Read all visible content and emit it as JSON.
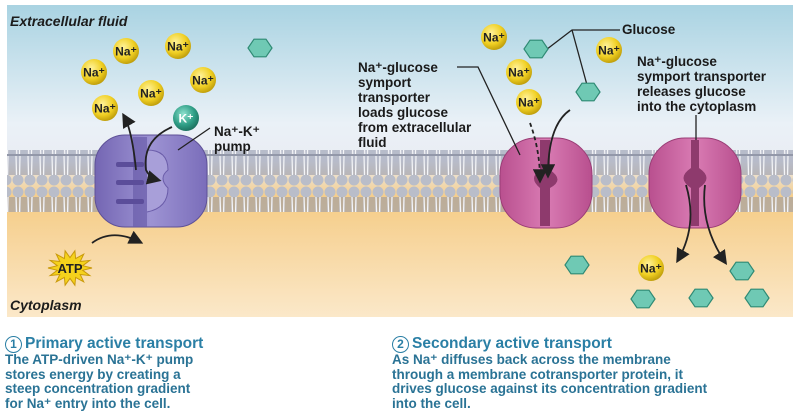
{
  "regions": {
    "extracellular": "Extracellular fluid",
    "cytoplasm": "Cytoplasm"
  },
  "molecules": {
    "sodium": "Na⁺",
    "potassium": "K⁺",
    "atp": "ATP"
  },
  "labels": {
    "pump": "Na⁺-K⁺\npump",
    "glucose": "Glucose",
    "symport_loads": "Na⁺-glucose\nsymport\ntransporter\nloads glucose\nfrom extracellular\nfluid",
    "symport_releases": "Na⁺-glucose\nsymport transporter\nreleases glucose\ninto the cytoplasm"
  },
  "captions": [
    {
      "number": "1",
      "title": "Primary active transport",
      "body": "The ATP-driven Na⁺-K⁺ pump\nstores energy by creating a\nsteep concentration gradient\nfor Na⁺ entry into the cell."
    },
    {
      "number": "2",
      "title": "Secondary active transport",
      "body": "As Na⁺ diffuses back across the membrane\nthrough a membrane cotransporter protein, it\ndrives glucose against its concentration gradient\ninto the cell."
    }
  ],
  "colors": {
    "pump": "#8a7fc4",
    "symporter": "#c9609f",
    "sodium": "#e8c81e",
    "potassium": "#2f9e86",
    "glucose": "#6fc9b4",
    "caption": "#2a7fa5"
  }
}
